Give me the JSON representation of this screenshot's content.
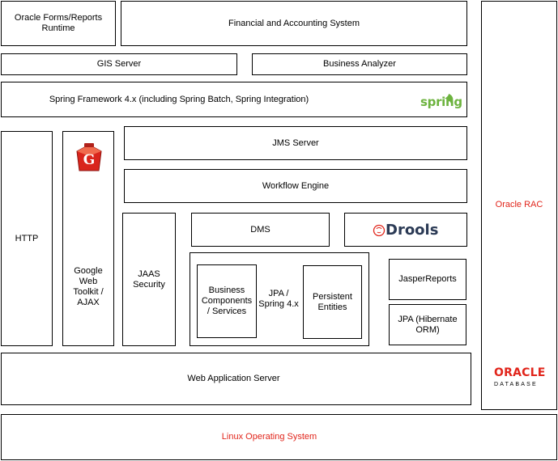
{
  "boxes": {
    "oracle_forms": "Oracle Forms/Reports Runtime",
    "financial": "Financial and Accounting System",
    "gis": "GIS Server",
    "business_analyzer": "Business Analyzer",
    "spring_framework": "Spring Framework 4.x (including Spring Batch, Spring Integration)",
    "jms": "JMS Server",
    "workflow": "Workflow Engine",
    "http": "HTTP",
    "gwt": "Google Web Toolkit / AJAX",
    "jaas": "JAAS Security",
    "dms": "DMS",
    "business_components": "Business Components / Services",
    "jpa_spring": "JPA / Spring 4.x",
    "persistent_entities": "Persistent Entities",
    "jasper": "JasperReports",
    "jpa_hibernate": "JPA (Hibernate ORM)",
    "web_app_server": "Web Application Server",
    "oracle_rac": "Oracle RAC",
    "linux": "Linux Operating System"
  },
  "logos": {
    "spring": "spring",
    "drools": "Drools",
    "gwt_letter": "G",
    "oracle": "ORACLE",
    "oracle_sub": "DATABASE"
  },
  "colors": {
    "accent_red": "#e1251b",
    "spring_green": "#6db33f",
    "drools_navy": "#2b3a55"
  }
}
